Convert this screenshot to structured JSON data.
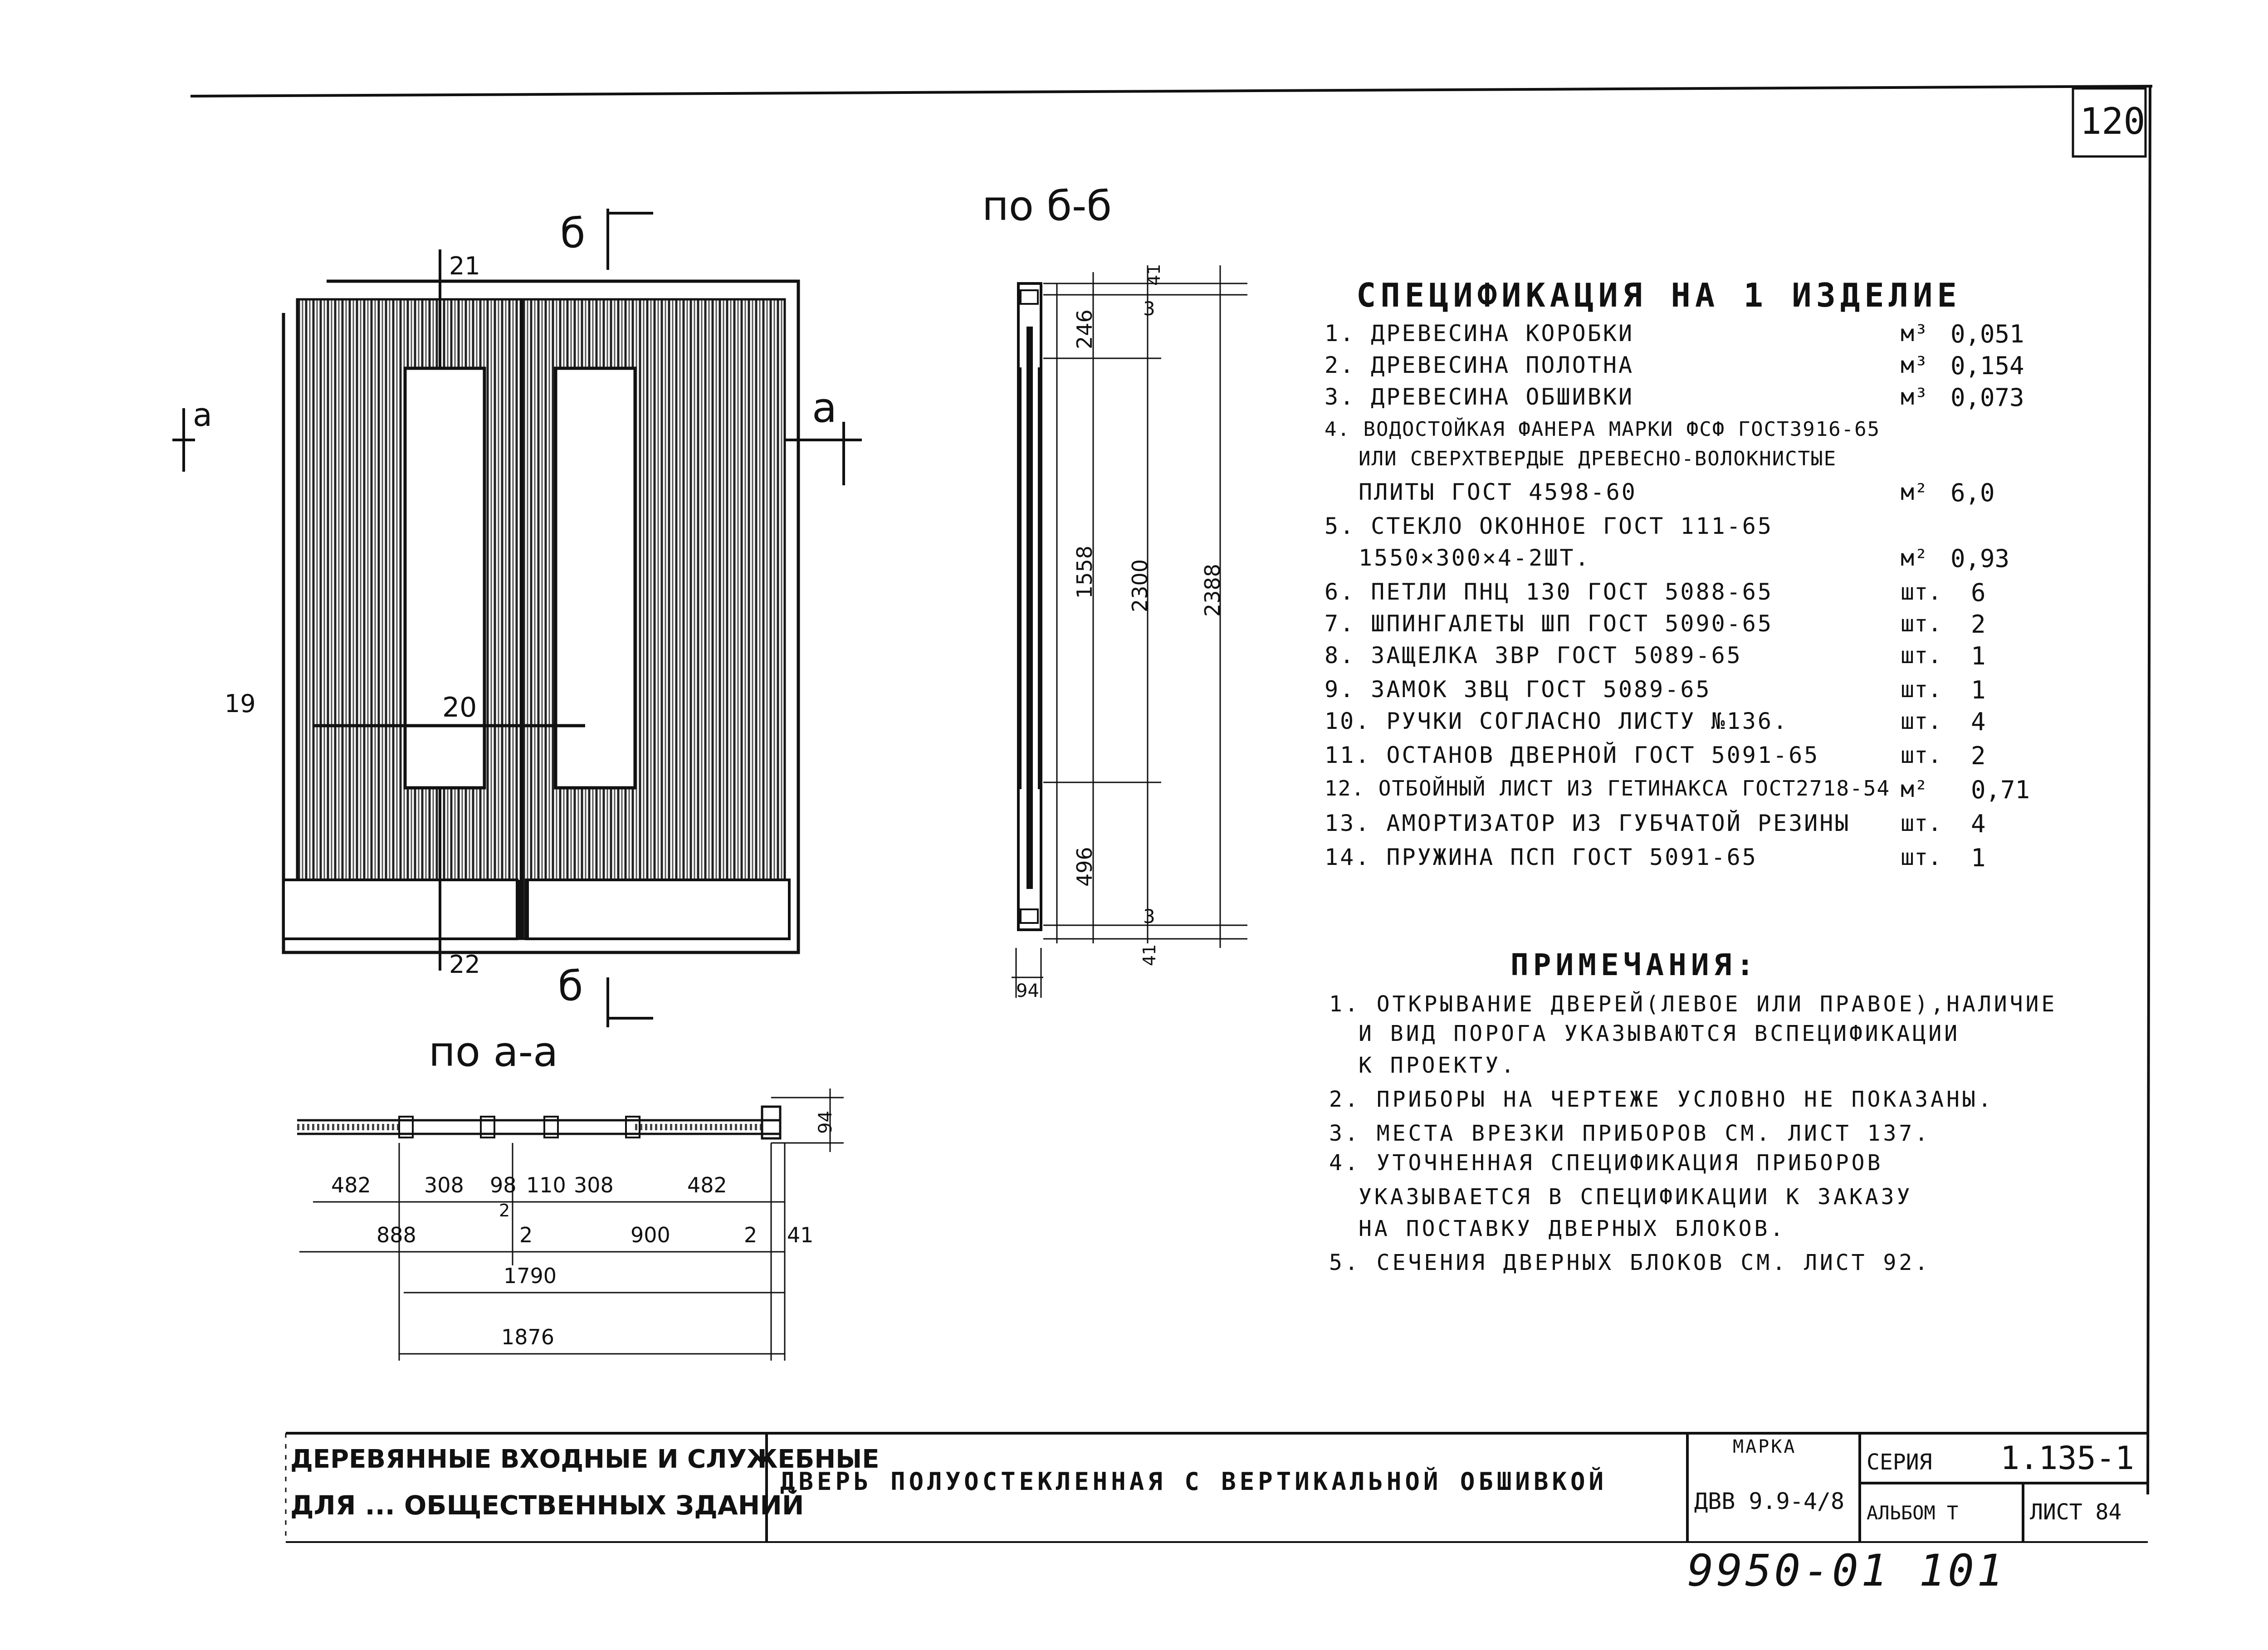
{
  "sheet": {
    "sheet_no_top": "120",
    "archive_no": "9950-01  101"
  },
  "drawing": {
    "section_bb_title": "по б-б",
    "section_aa_title": "по а-а",
    "marker_a": "а",
    "marker_b": "б",
    "node_labels": [
      "21",
      "19",
      "20",
      "22"
    ],
    "bb_dims": [
      "246",
      "1558",
      "496",
      "2300",
      "2388",
      "41",
      "3",
      "3",
      "41",
      "94"
    ],
    "aa_dims_row1": [
      "482",
      "308",
      "98",
      "110",
      "308",
      "482",
      "2"
    ],
    "aa_dims_row2": [
      "888",
      "2",
      "900",
      "2",
      "41"
    ],
    "aa_dim_1790": "1790",
    "aa_dim_1876": "1876",
    "aa_dim_94": "94"
  },
  "spec": {
    "title": "СПЕЦИФИКАЦИЯ НА 1 ИЗДЕЛИЕ",
    "items": [
      {
        "text": "1. ДРЕВЕСИНА КОРОБКИ",
        "unit": "м³",
        "qty": "0,051"
      },
      {
        "text": "2. ДРЕВЕСИНА ПОЛОТНА",
        "unit": "м³",
        "qty": "0,154"
      },
      {
        "text": "3. ДРЕВЕСИНА ОБШИВКИ",
        "unit": "м³",
        "qty": "0,073"
      },
      {
        "text": "4. ВОДОСТОЙКАЯ ФАНЕРА МАРКИ ФСФ ГОСТ3916-65",
        "unit": "",
        "qty": ""
      },
      {
        "text": "ИЛИ СВЕРХТВЕРДЫЕ ДРЕВЕСНО-ВОЛОКНИСТЫЕ",
        "unit": "",
        "qty": ""
      },
      {
        "text": "ПЛИТЫ ГОСТ 4598-60",
        "unit": "м²",
        "qty": "6,0"
      },
      {
        "text": "5. СТЕКЛО ОКОННОЕ ГОСТ 111-65",
        "unit": "",
        "qty": ""
      },
      {
        "text": "1550×300×4-2ШТ.",
        "unit": "м²",
        "qty": "0,93"
      },
      {
        "text": "6. ПЕТЛИ ПНЦ 130 ГОСТ 5088-65",
        "unit": "шт.",
        "qty": "6"
      },
      {
        "text": "7. ШПИНГАЛЕТЫ ШП ГОСТ 5090-65",
        "unit": "шт.",
        "qty": "2"
      },
      {
        "text": "8. ЗАЩЕЛКА ЗВР ГОСТ 5089-65",
        "unit": "шт.",
        "qty": "1"
      },
      {
        "text": "9. ЗАМОК ЗВЦ ГОСТ 5089-65",
        "unit": "шт.",
        "qty": "1"
      },
      {
        "text": "10. РУЧКИ СОГЛАСНО ЛИСТУ №136.",
        "unit": "шт.",
        "qty": "4"
      },
      {
        "text": "11. ОСТАНОВ ДВЕРНОЙ ГОСТ 5091-65",
        "unit": "шт.",
        "qty": "2"
      },
      {
        "text": "12. ОТБОЙНЫЙ ЛИСТ ИЗ ГЕТИНАКСА ГОСТ2718-54",
        "unit": "м²",
        "qty": "0,71"
      },
      {
        "text": "13. АМОРТИЗАТОР ИЗ ГУБЧАТОЙ РЕЗИНЫ",
        "unit": "шт.",
        "qty": "4"
      },
      {
        "text": "14. ПРУЖИНА ПСП ГОСТ 5091-65",
        "unit": "шт.",
        "qty": "1"
      }
    ]
  },
  "notes": {
    "title": "ПРИМЕЧАНИЯ:",
    "items": [
      "1. ОТКРЫВАНИЕ ДВЕРЕЙ(ЛЕВОЕ ИЛИ ПРАВОЕ),НАЛИЧИЕ",
      "И ВИД ПОРОГА УКАЗЫВАЮТСЯ ВСПЕЦИФИКАЦИИ",
      "К ПРОЕКТУ.",
      "2. ПРИБОРЫ НА ЧЕРТЕЖЕ УСЛОВНО НЕ ПОКАЗАНЫ.",
      "3. МЕСТА ВРЕЗКИ ПРИБОРОВ СМ. ЛИСТ 137.",
      "4. УТОЧНЕННАЯ СПЕЦИФИКАЦИЯ ПРИБОРОВ",
      "УКАЗЫВАЕТСЯ В СПЕЦИФИКАЦИИ К ЗАКАЗУ",
      "НА ПОСТАВКУ ДВЕРНЫХ БЛОКОВ.",
      "5. СЕЧЕНИЯ ДВЕРНЫХ БЛОКОВ СМ. ЛИСТ 92."
    ]
  },
  "title_block": {
    "org_line1": "ДЕРЕВЯННЫЕ ВХОДНЫЕ И СЛУЖЕБНЫЕ",
    "org_line2": "ДЛЯ ... ОБЩЕСТВЕННЫХ ЗДАНИЙ",
    "door_title": "ДВЕРЬ ПОЛУОСТЕКЛЕННАЯ С ВЕРТИКАЛЬНОЙ ОБШИВКОЙ",
    "marka_label": "МАРКА",
    "marka_value": "ДВВ 9.9-4/8",
    "seria_label": "СЕРИЯ",
    "seria_value": "1.135-1",
    "album_label": "АЛЬБОМ Т",
    "list_label": "ЛИСТ 84"
  }
}
